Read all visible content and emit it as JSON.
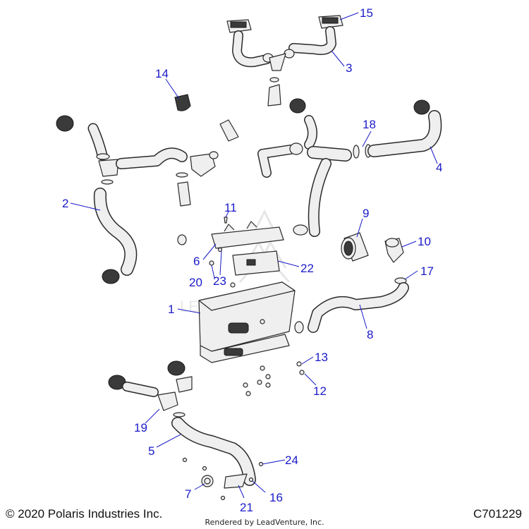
{
  "footer": {
    "copyright": "© 2020 Polaris Industries Inc.",
    "diagram_id": "C701229",
    "rendered_by": "Rendered by LeadVenture, Inc."
  },
  "watermark": {
    "text": "LEADVENTURE",
    "logo": "leadventure-logo"
  },
  "callouts": [
    "1",
    "2",
    "3",
    "4",
    "5",
    "6",
    "7",
    "8",
    "9",
    "10",
    "11",
    "12",
    "13",
    "14",
    "15",
    "16",
    "17",
    "18",
    "19",
    "20",
    "21",
    "22",
    "23",
    "24"
  ],
  "colors": {
    "callout": "#1a1ac8",
    "part_fill": "#efefef",
    "outline": "#2a2a2a"
  }
}
